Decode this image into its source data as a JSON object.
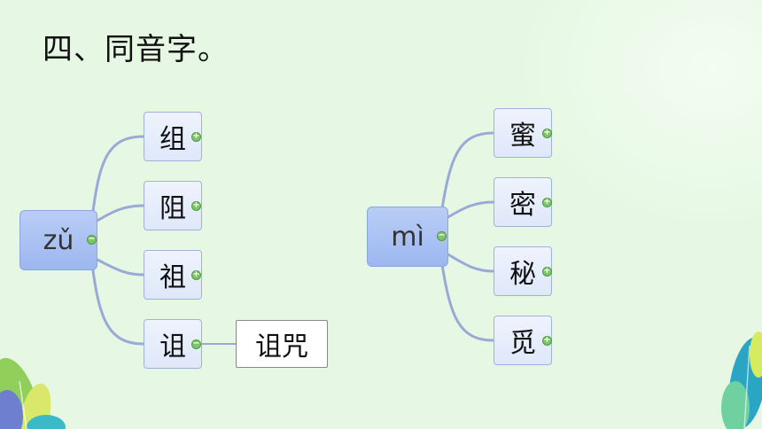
{
  "title": "四、同音字。",
  "map1": {
    "root": "zǔ",
    "children": [
      "组",
      "阻",
      "祖",
      "诅"
    ],
    "grandchild": "诅咒"
  },
  "map2": {
    "root": "mì",
    "children": [
      "蜜",
      "密",
      "秘",
      "觅"
    ]
  },
  "icons": {
    "expand": "plus-icon",
    "collapse": "minus-icon"
  },
  "colors": {
    "root_fill": "#a9c2f3",
    "child_fill": "#e6edfb",
    "link": "#9aa9d6",
    "toggle": "#7ec46a"
  }
}
